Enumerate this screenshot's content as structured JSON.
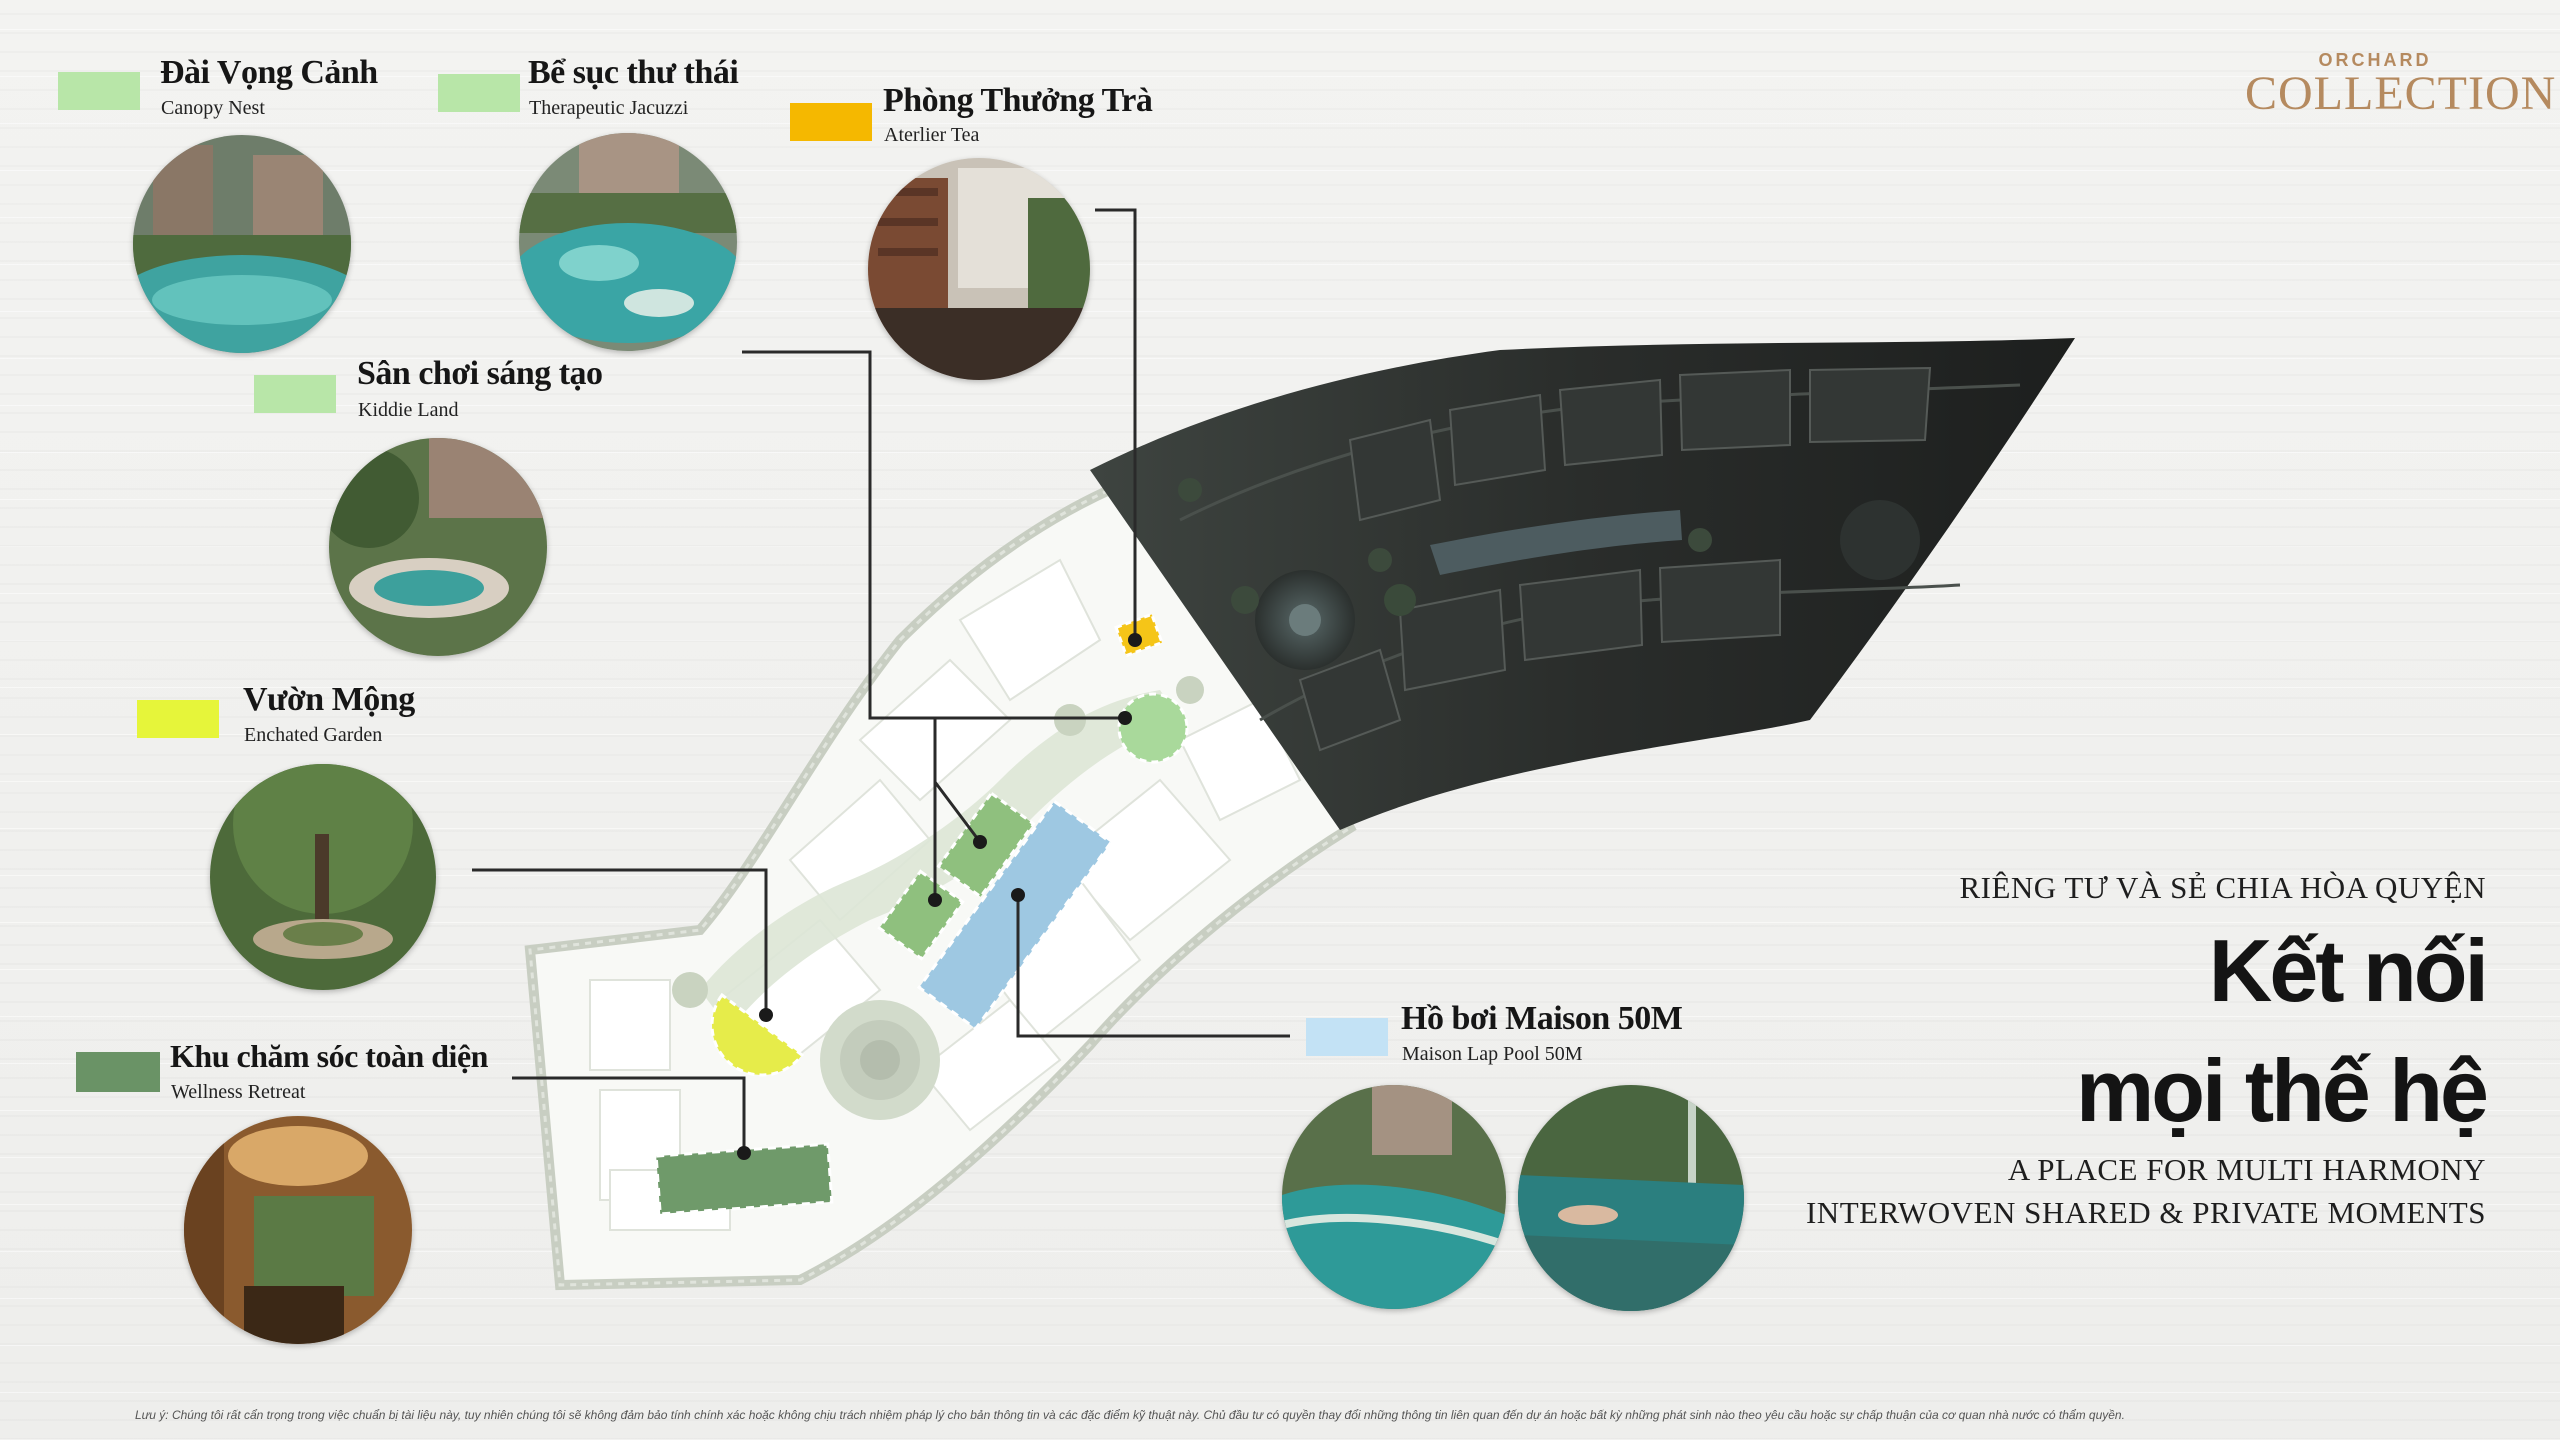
{
  "brand": {
    "top": "ORCHARD",
    "main": "COLLECTION",
    "color": "#b58a5f"
  },
  "hero": {
    "kicker": "RIÊNG TƯ VÀ SẺ CHIA HÒA QUYỆN",
    "headline_line1": "Kết nối",
    "headline_line2": "mọi thế hệ",
    "tagline_line1": "A PLACE FOR MULTI HARMONY",
    "tagline_line2": "INTERWOVEN SHARED & PRIVATE MOMENTS"
  },
  "amenities": [
    {
      "title": "Đài Vọng Cảnh",
      "subtitle": "Canopy Nest",
      "swatch_color": "#b8e6a8",
      "photo": "pool-garden-photo"
    },
    {
      "title": "Bể sục thư thái",
      "subtitle": "Therapeutic Jacuzzi",
      "swatch_color": "#b8e6a8",
      "photo": "jacuzzi-photo"
    },
    {
      "title": "Phòng Thưởng Trà",
      "subtitle": "Aterlier Tea",
      "swatch_color": "#f5b800",
      "photo": "tea-room-photo"
    },
    {
      "title": "Sân chơi sáng tạo",
      "subtitle": "Kiddie Land",
      "swatch_color": "#b8e6a8",
      "photo": "kids-garden-photo"
    },
    {
      "title": "Vườn Mộng",
      "subtitle": "Enchated Garden",
      "swatch_color": "#e6f53a",
      "photo": "enchanted-garden-photo"
    },
    {
      "title": "Khu chăm sóc toàn diện",
      "subtitle": "Wellness Retreat",
      "swatch_color": "#6a9366",
      "photo": "wellness-photo"
    },
    {
      "title": "Hồ bơi  Maison 50M",
      "subtitle": "Maison Lap Pool 50M",
      "swatch_color": "#c3e2f5",
      "photo": "lap-pool-photo"
    }
  ],
  "disclaimer": "Lưu ý: Chúng tôi rất cẩn trọng trong việc chuẩn bị tài liệu này, tuy nhiên chúng tôi sẽ không đảm bảo tính chính xác hoặc không chịu trách nhiệm pháp lý cho bản thông tin và các đặc điểm kỹ thuật này. Chủ đầu tư có quyền thay đổi những thông tin liên quan đến dự án hoặc bất kỳ những phát sinh nào theo yêu cầu hoặc sự chấp thuận của cơ quan nhà nước có thẩm quyền."
}
